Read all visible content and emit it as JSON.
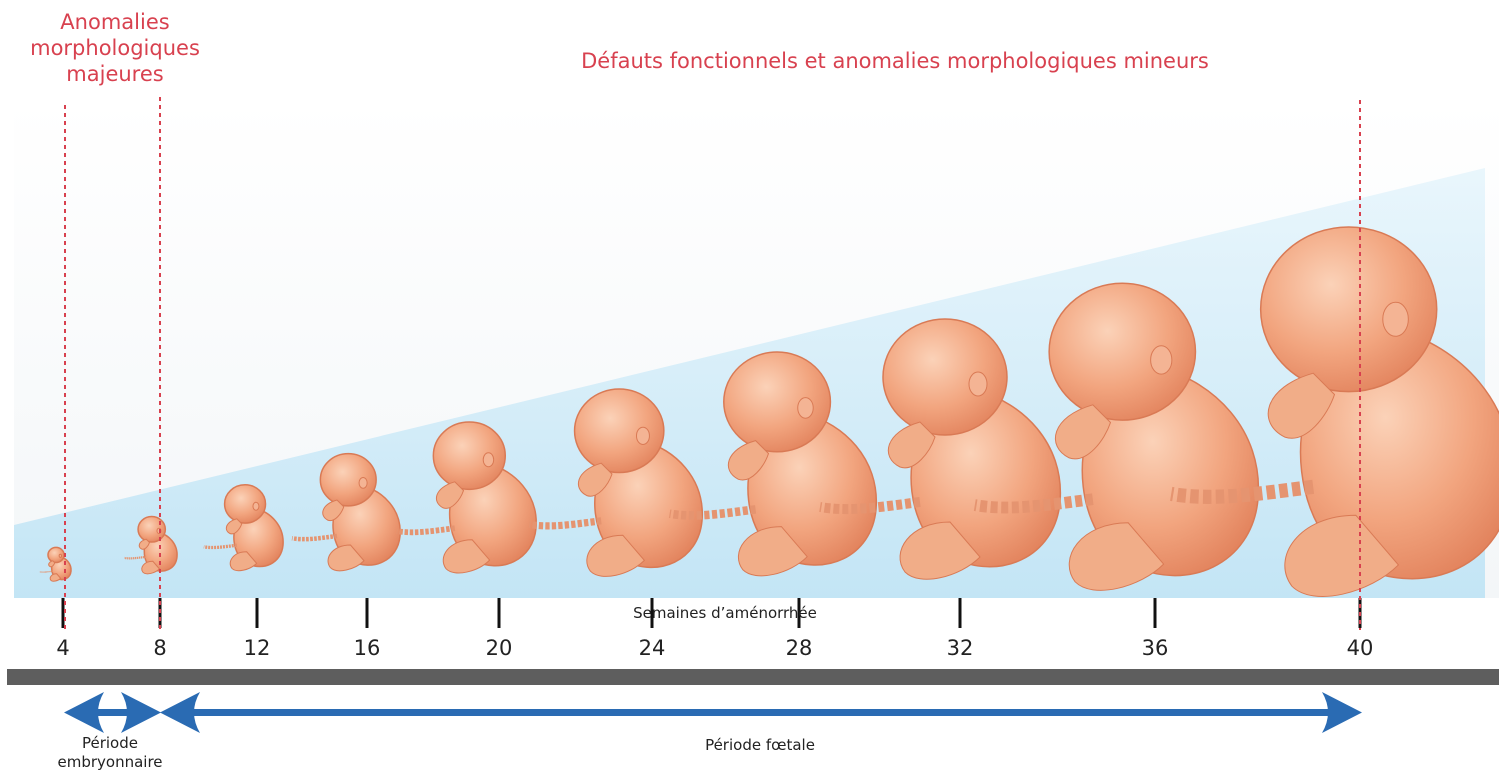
{
  "header": {
    "major_anomalies_line1": "Anomalies",
    "major_anomalies_line2": "morphologiques",
    "major_anomalies_line3": "majeures",
    "minor_defects": "Défauts fonctionnels et anomalies morphologiques mineurs"
  },
  "timeline": {
    "axis_title": "Semaines d’aménorrhée",
    "weeks": [
      "4",
      "8",
      "12",
      "16",
      "20",
      "24",
      "28",
      "32",
      "36",
      "40"
    ]
  },
  "periods": {
    "embryonic_line1": "Période",
    "embryonic_line2": "embryonnaire",
    "fetal": "Période fœtale"
  },
  "colors": {
    "accent_red": "#d8414f",
    "arrow_blue": "#2a6bb3",
    "bar_gray": "#5e5e5e",
    "skin": "#f0a57f",
    "background_blue": "#d8eef9"
  }
}
